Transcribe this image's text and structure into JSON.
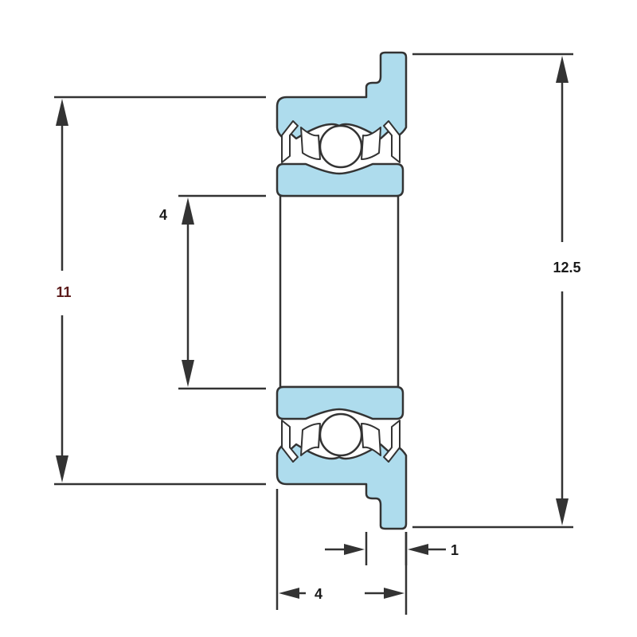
{
  "diagram": {
    "dimensions": {
      "outer_diameter": "11",
      "bore_diameter": "4",
      "flange_diameter": "12.5",
      "flange_width": "1",
      "width": "4"
    },
    "colors": {
      "ring_fill": "#aedced",
      "line": "#333333",
      "text_dark": "#1a1a1a",
      "text_od": "#5b1a1a"
    }
  }
}
